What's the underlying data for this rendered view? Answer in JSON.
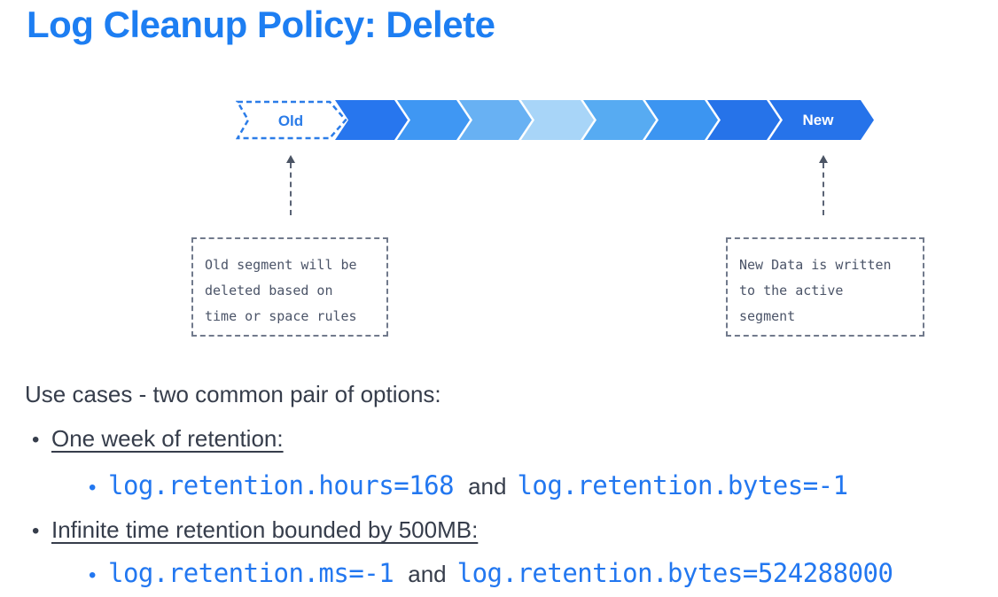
{
  "title": {
    "text": "Log Cleanup Policy: Delete",
    "color": "#1d7ef2"
  },
  "diagram": {
    "old_label": "Old",
    "new_label": "New",
    "old_outline_color": "#2b7ce8",
    "segment_colors": [
      "#2776ee",
      "#3f97f3",
      "#68b1f3",
      "#a8d5f8",
      "#57abf2",
      "#3c95f1",
      "#2673e9"
    ],
    "new_color": "#2673ea",
    "left_note": {
      "line1": "Old segment will be",
      "line2": "deleted based on",
      "line3": "time or space rules"
    },
    "right_note": {
      "line1": "New Data is written",
      "line2": "to the active",
      "line3": "segment"
    }
  },
  "content": {
    "intro": "Use cases - two common pair of options:",
    "bullets": [
      {
        "heading": "One week of retention:",
        "code1": "log.retention.hours=168",
        "conjunction": "and",
        "code2": "log.retention.bytes=-1"
      },
      {
        "heading": "Infinite time retention bounded by 500MB:",
        "code1": "log.retention.ms=-1",
        "conjunction": "and",
        "code2": "log.retention.bytes=524288000"
      }
    ]
  },
  "colors": {
    "code_blue": "#2277f0",
    "body_text": "#363d4b",
    "note_text": "#4b5468",
    "note_border": "#717a8c",
    "arrow": "#5a6375"
  }
}
